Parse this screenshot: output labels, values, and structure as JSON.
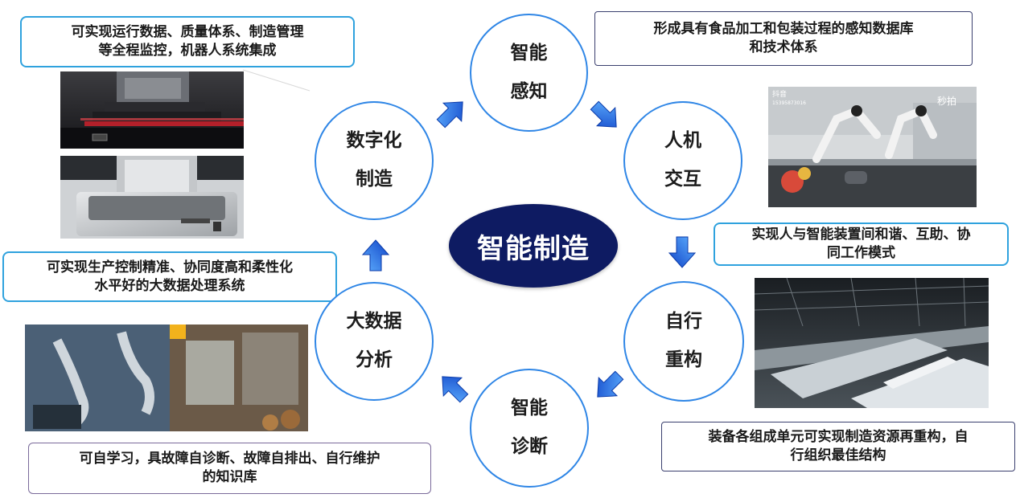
{
  "center": {
    "label": "智能制造"
  },
  "nodes": {
    "perception": {
      "line1": "智能",
      "line2": "感知"
    },
    "hci": {
      "line1": "人机",
      "line2": "交互"
    },
    "reconfig": {
      "line1": "自行",
      "line2": "重构"
    },
    "diagnosis": {
      "line1": "智能",
      "line2": "诊断"
    },
    "bigdata": {
      "line1": "大数据",
      "line2": "分析"
    },
    "digital": {
      "line1": "数字化",
      "line2": "制造"
    }
  },
  "notes": {
    "top_left": {
      "line1": "可实现运行数据、质量体系、制造管理",
      "line2": "等全程监控，机器人系统集成"
    },
    "top_right": {
      "line1": "形成具有食品加工和包装过程的感知数据库",
      "line2": "和技术体系"
    },
    "right_mid": {
      "line1": "实现人与智能装置间和谐、互助、协",
      "line2": "同工作模式"
    },
    "bottom_right": {
      "line1": "装备各组成单元可实现制造资源再重构，自",
      "line2": "行组织最佳结构"
    },
    "bottom_left": {
      "line1": "可自学习，具故障自诊断、故障自排出、自行维护",
      "line2": "的知识库"
    },
    "left_mid": {
      "line1": "可实现生产控制精准、协同度高和柔性化",
      "line2": "水平好的大数据处理系统"
    }
  },
  "watermark": {
    "brand": "抖音",
    "app": "秒拍",
    "id": "15395873016"
  },
  "colors": {
    "circle_border": "#2f86e6",
    "center_fill": "#0e1b62",
    "arrow_light": "#5fb0ff",
    "arrow_dark": "#1044c8",
    "box_border": "#2fa2de"
  }
}
